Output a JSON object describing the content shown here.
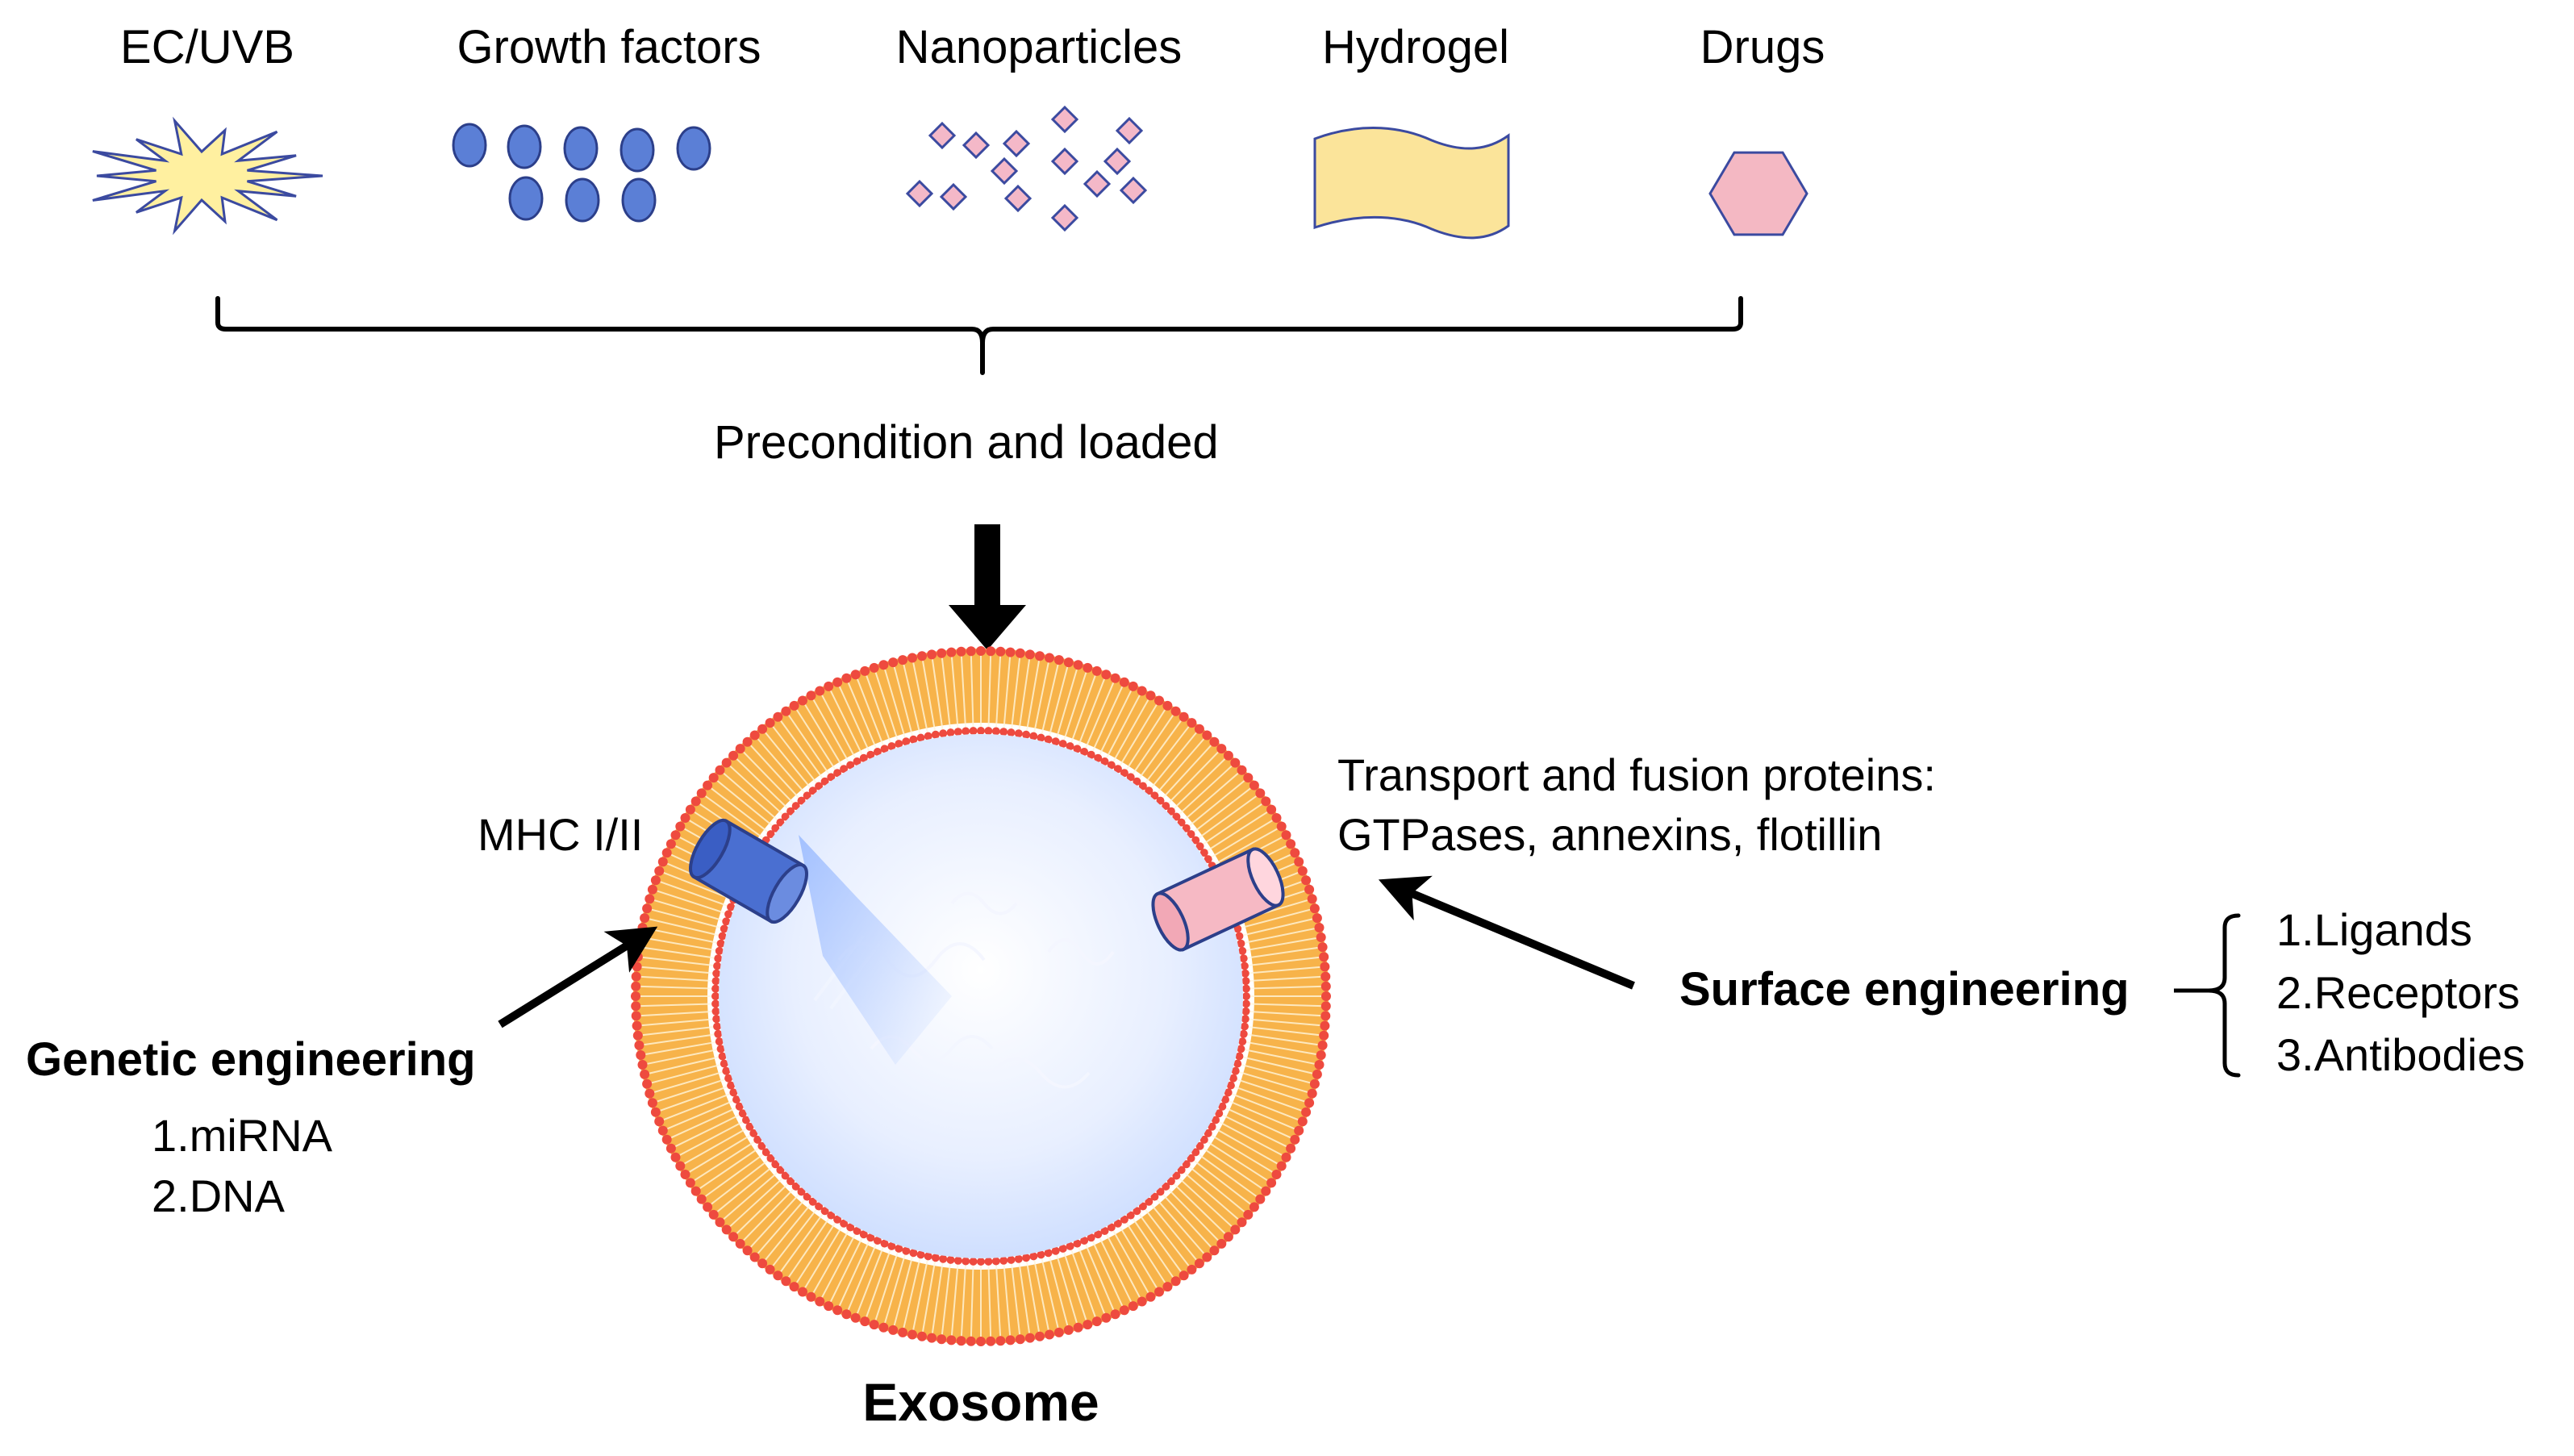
{
  "agents": [
    {
      "label": "EC/UVB",
      "icon": "starburst-icon",
      "color": "#fff0a0"
    },
    {
      "label": "Growth factors",
      "icon": "ellipse-cluster-icon",
      "color": "#5b7fd6"
    },
    {
      "label": "Nanoparticles",
      "icon": "diamond-cluster-icon",
      "color": "#f4b8c8"
    },
    {
      "label": "Hydrogel",
      "icon": "wave-sheet-icon",
      "color": "#fbe49a"
    },
    {
      "label": "Drugs",
      "icon": "hexagon-icon",
      "color": "#f4b8c3"
    }
  ],
  "process_label": "Precondition and loaded",
  "exosome": {
    "label": "Exosome",
    "membrane_color": "#f7b34a",
    "head_color": "#ee4a3f",
    "interior_color": "#d6e4ff"
  },
  "mhc_label": "MHC I/II",
  "transport": {
    "line1": "Transport and fusion proteins:",
    "line2": "GTPases, annexins, flotillin"
  },
  "genetic": {
    "title": "Genetic engineering",
    "items": [
      "1.miRNA",
      "2.DNA"
    ]
  },
  "surface": {
    "title": "Surface engineering",
    "items": [
      "1.Ligands",
      "2.Receptors",
      "3.Antibodies"
    ]
  }
}
